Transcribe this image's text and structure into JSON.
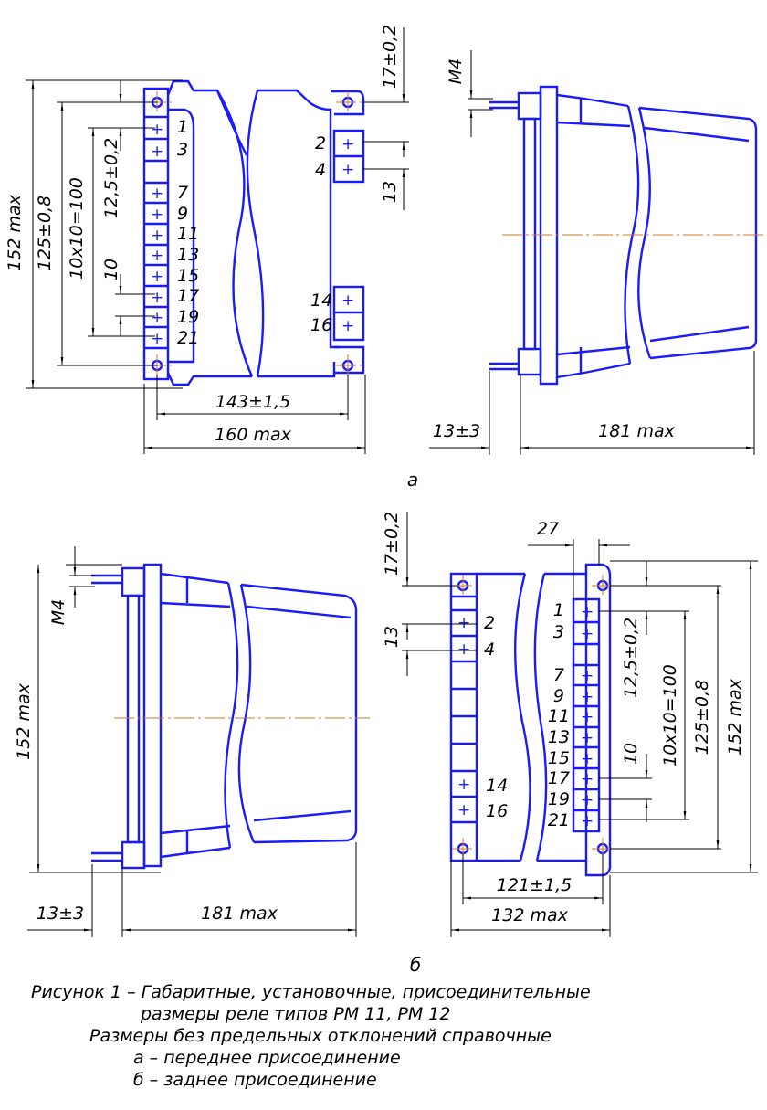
{
  "front_view": {
    "label": "а",
    "pins_left": [
      "1",
      "3",
      "7",
      "9",
      "11",
      "13",
      "15",
      "17",
      "19",
      "21"
    ],
    "pins_right": [
      "2",
      "4",
      "14",
      "16"
    ],
    "dims": {
      "overall_height": "152 max",
      "mount_height": "125±0,8",
      "pin_span": "10x10=100",
      "first_pin": "12,5±0,2",
      "pitch": "10",
      "right_offset": "17±0,2",
      "right_pitch": "13",
      "mount_width": "143±1,5",
      "overall_width": "160 max",
      "thread": "M4",
      "stud": "13±3",
      "depth": "181 max"
    }
  },
  "rear_view": {
    "label": "б",
    "pins_left": [
      "2",
      "4",
      "14",
      "16"
    ],
    "pins_right": [
      "1",
      "3",
      "7",
      "9",
      "11",
      "13",
      "15",
      "17",
      "19",
      "21"
    ],
    "dims": {
      "overall_height": "152 max",
      "mount_height": "125±0,8",
      "pin_span": "10x10=100",
      "first_pin": "12,5±0,2",
      "pitch": "10",
      "left_offset": "17±0,2",
      "left_pitch": "13",
      "top_offset": "27",
      "mount_width": "121±1,5",
      "overall_width": "132 max",
      "thread": "M4",
      "stud": "13±3",
      "depth": "181 max"
    }
  },
  "caption": {
    "line1": "Рисунок 1 – Габаритные, установочные, присоединительные",
    "line2": "размеры реле типов РМ 11, РМ 12",
    "line3": "Размеры без предельных отклонений справочные",
    "line4": "а – переднее присоединение",
    "line5": "б – заднее присоединение"
  },
  "colors": {
    "outline": "#1a1aff",
    "centerline": "#cc7a2a",
    "dimension": "#000000"
  }
}
